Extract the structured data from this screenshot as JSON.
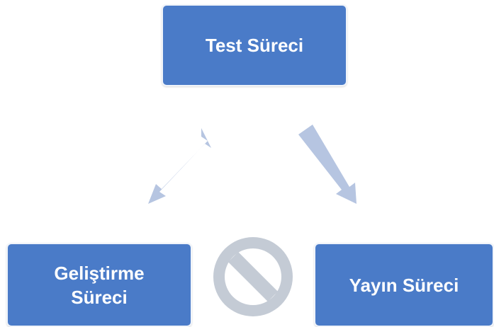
{
  "diagram": {
    "nodes": {
      "test": {
        "label": "Test Süreci"
      },
      "development": {
        "label_line1": "Geliştirme",
        "label_line2": "Süreci"
      },
      "deployment": {
        "label": "Yayın Süreci"
      }
    },
    "edges": [
      {
        "from": "development",
        "to": "test",
        "direction": "bidirectional"
      },
      {
        "from": "test",
        "to": "deployment",
        "direction": "forward"
      }
    ],
    "prohibited_link": {
      "between": [
        "development",
        "deployment"
      ],
      "icon": "prohibited-icon"
    }
  },
  "colors": {
    "node_fill": "#4a7bc8",
    "node_border": "#f0f4fa",
    "arrow": "#b6c5e1",
    "prohibited": "#c4cbd5"
  }
}
